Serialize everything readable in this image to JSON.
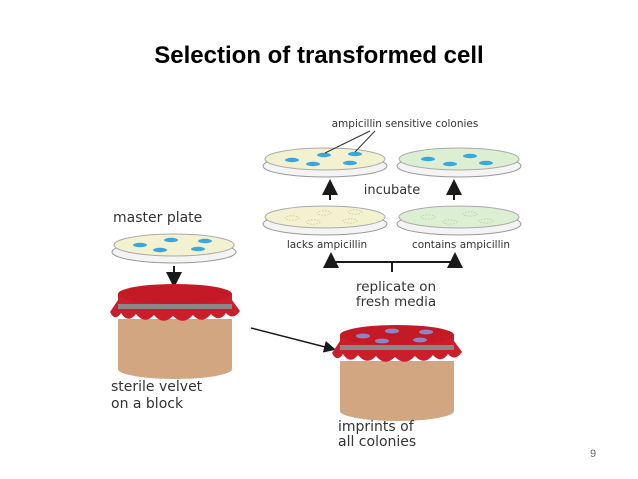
{
  "slide": {
    "title": "Selection of transformed cell",
    "page_number": "9"
  },
  "diagram": {
    "labels": {
      "ampicillin_sensitive": "ampicillin sensitive colonies",
      "incubate": "incubate",
      "master_plate": "master plate",
      "lacks_ampicillin": "lacks ampicillin",
      "contains_ampicillin": "contains ampicillin",
      "replicate_line1": "replicate on",
      "replicate_line2": "fresh media",
      "sterile_line1": "sterile velvet",
      "sterile_line2": "on a block",
      "imprints_line1": "imprints of",
      "imprints_line2": "all colonies"
    },
    "colors": {
      "velvet": "#cc1d2b",
      "block": "#d2a680",
      "band": "#888888",
      "plate_plain": "#f3f2d0",
      "plate_amp": "#dcefd2",
      "colony": "#3aa6e0",
      "imprint": "#8a86c8",
      "arrow": "#1a1a1a"
    }
  }
}
